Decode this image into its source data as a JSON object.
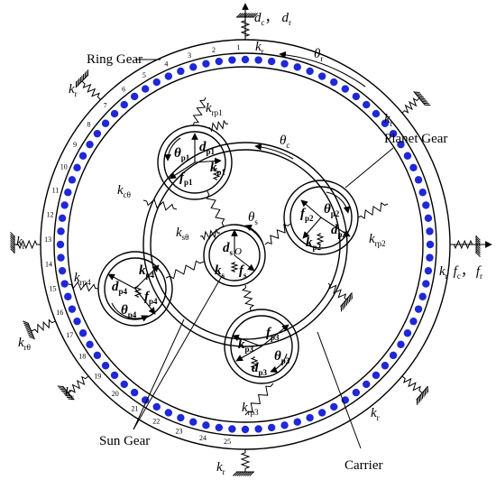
{
  "labels": {
    "ring_gear": "Ring Gear",
    "planet_gear": "Planet Gear",
    "sun_gear": "Sun Gear",
    "carrier": "Carrier"
  },
  "symbols": {
    "theta_r": {
      "base": "θ",
      "sub": "r"
    },
    "theta_c": {
      "base": "θ",
      "sub": "c"
    },
    "theta_s": {
      "base": "θ",
      "sub": "s"
    },
    "k_r": {
      "base": "k",
      "sub": "r"
    },
    "k_r_theta": {
      "base": "k",
      "sub": "rθ"
    },
    "k_c_theta": {
      "base": "k",
      "sub": "cθ"
    },
    "k_s_theta": {
      "base": "k",
      "sub": "sθ"
    },
    "k_s": {
      "base": "k",
      "sub": "s"
    },
    "d_s": {
      "base": "d",
      "sub": "s"
    },
    "f_s": {
      "base": "f",
      "sub": "s"
    },
    "o": "O",
    "k_rp1": {
      "base": "k",
      "sub": "rp1"
    },
    "k_rp2": {
      "base": "k",
      "sub": "rp2"
    },
    "k_rp3": {
      "base": "k",
      "sub": "rp3"
    },
    "k_rp4": {
      "base": "k",
      "sub": "rp4"
    },
    "top_outputs": {
      "a": {
        "base": "d",
        "sub": "c"
      },
      "sep": "，",
      "b": {
        "base": "d",
        "sub": "r"
      }
    },
    "right_outputs": {
      "a": {
        "base": "f",
        "sub": "c"
      },
      "sep": "，",
      "b": {
        "base": "f",
        "sub": "r"
      }
    }
  },
  "planets": [
    {
      "id": "p1",
      "theta": {
        "base": "θ",
        "sub": "p1"
      },
      "d": {
        "base": "d",
        "sub": "p1"
      },
      "f": {
        "base": "f",
        "sub": "p1"
      },
      "k": {
        "base": "k",
        "sub": "p1"
      }
    },
    {
      "id": "p2",
      "theta": {
        "base": "θ",
        "sub": "p2"
      },
      "d": {
        "base": "d",
        "sub": "p2"
      },
      "f": {
        "base": "f",
        "sub": "p2"
      },
      "k": {
        "base": "k",
        "sub": "p2"
      }
    },
    {
      "id": "p3",
      "theta": {
        "base": "θ",
        "sub": "p3"
      },
      "d": {
        "base": "d",
        "sub": "p3"
      },
      "f": {
        "base": "f",
        "sub": "p3"
      },
      "k": {
        "base": "k",
        "sub": "p3"
      }
    },
    {
      "id": "p4",
      "theta": {
        "base": "θ",
        "sub": "p4"
      },
      "d": {
        "base": "d",
        "sub": "p4"
      },
      "f": {
        "base": "f",
        "sub": "p4"
      },
      "k": {
        "base": "k",
        "sub": "p4"
      }
    }
  ],
  "tooth_numbers": [
    "1",
    "2",
    "3",
    "4",
    "5",
    "6",
    "7",
    "8",
    "9",
    "10",
    "11",
    "12",
    "13",
    "14",
    "15",
    "16",
    "17",
    "18",
    "19",
    "20",
    "21",
    "22",
    "23",
    "24",
    "25"
  ],
  "colors": {
    "ball": "#1f28d6",
    "line": "#000000"
  }
}
